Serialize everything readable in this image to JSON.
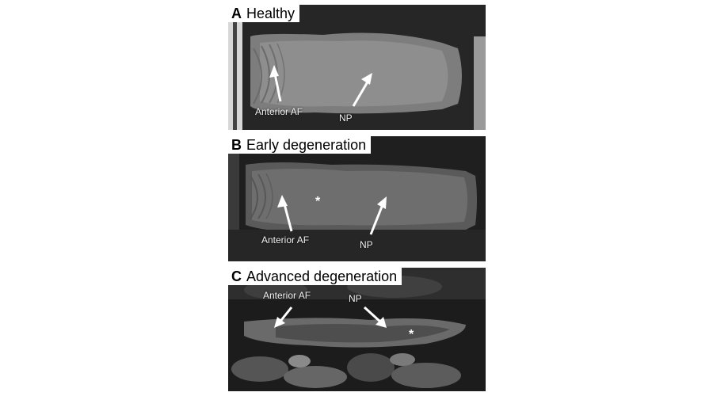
{
  "panels": [
    {
      "letter": "A",
      "title": "Healthy",
      "af_label": "Anterior AF",
      "np_label": "NP",
      "star": ""
    },
    {
      "letter": "B",
      "title": "Early degeneration",
      "af_label": "Anterior AF",
      "np_label": "NP",
      "star": "*"
    },
    {
      "letter": "C",
      "title": "Advanced degeneration",
      "af_label": "Anterior AF",
      "np_label": "NP",
      "star": "*"
    }
  ],
  "colors": {
    "background": "#ffffff",
    "tissue_dark": "#1e1e1e",
    "disc": "#8a8a8a",
    "label": "#ffffff",
    "arrow": "#ffffff"
  }
}
